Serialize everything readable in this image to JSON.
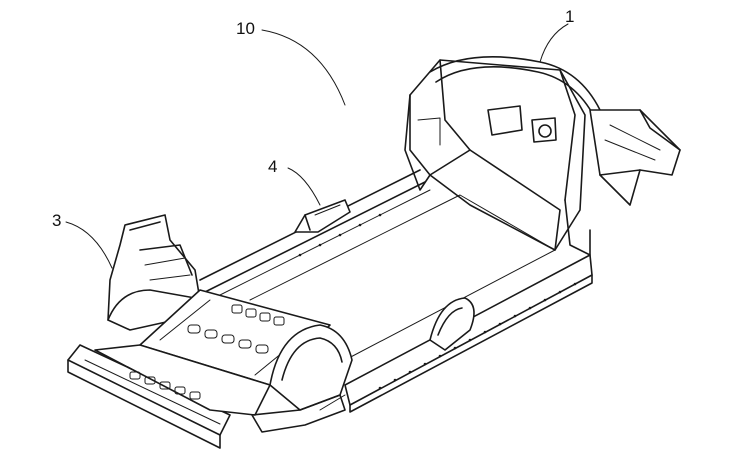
{
  "diagram": {
    "reference_labels": [
      {
        "id": "label-1",
        "text": "1"
      },
      {
        "id": "label-10",
        "text": "10"
      },
      {
        "id": "label-4",
        "text": "4"
      },
      {
        "id": "label-3",
        "text": "3"
      }
    ]
  }
}
